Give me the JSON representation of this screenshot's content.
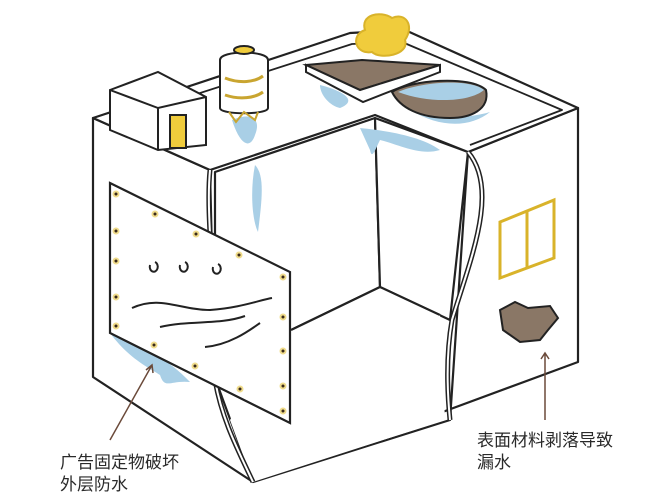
{
  "labels": {
    "ad_fixture": {
      "line1": "广告固定物破坏",
      "line2": "外层防水"
    },
    "surface_peeling": {
      "line1": "表面材料剥落导致",
      "line2": "漏水"
    }
  },
  "colors": {
    "water": "#a9cfe6",
    "accent": "#f0cc3c",
    "damage": "#8a7766",
    "line": "#222222"
  }
}
